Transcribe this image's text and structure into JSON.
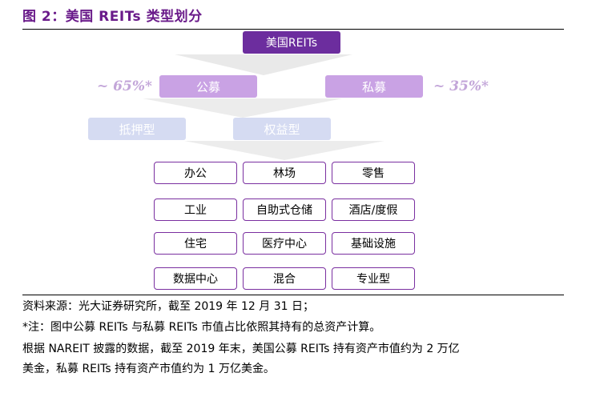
{
  "figure": {
    "title": "图 2：美国 REITs 类型划分"
  },
  "diagram": {
    "root": "美国REITs",
    "level2": [
      {
        "label": "公募",
        "share": "~ 65%*"
      },
      {
        "label": "私募",
        "share": "~ 35%*"
      }
    ],
    "level3": [
      "抵押型",
      "权益型"
    ],
    "leaves": [
      [
        "办公",
        "林场",
        "零售"
      ],
      [
        "工业",
        "自助式仓储",
        "酒店/度假"
      ],
      [
        "住宅",
        "医疗中心",
        "基础设施"
      ],
      [
        "数据中心",
        "混合",
        "专业型"
      ]
    ]
  },
  "notes": {
    "source": "资料来源：光大证券研究所，截至 2019 年 12 月 31 日；",
    "footnote": "*注：图中公募 REITs 与私募 REITs 市值占比依照其持有的总资产计算。",
    "detail_line1": "根据 NAREIT 披露的数据，截至 2019 年末，美国公募 REITs 持有资产市值约为 2 万亿",
    "detail_line2": "美金，私募 REITs 持有资产市值约为 1 万亿美金。"
  },
  "colors": {
    "title": "#6a1b8a",
    "root_fill": "#6c2d9e",
    "level2_fill": "#c9a2e4",
    "level3_fill": "#d5dbf2",
    "leaf_border": "#7a2fa0",
    "arrow_fill": "#e8e8e8"
  }
}
